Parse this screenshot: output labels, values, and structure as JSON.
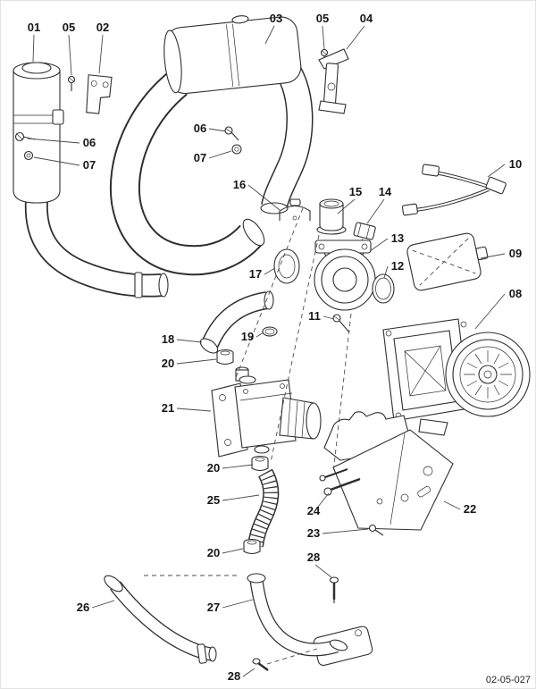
{
  "figure_number": "02-05-027",
  "callouts": {
    "c01": "01",
    "c02": "02",
    "c03": "03",
    "c04": "04",
    "c05a": "05",
    "c05b": "05",
    "c06a": "06",
    "c06b": "06",
    "c07a": "07",
    "c07b": "07",
    "c08": "08",
    "c09": "09",
    "c10": "10",
    "c11": "11",
    "c12": "12",
    "c13": "13",
    "c14": "14",
    "c15": "15",
    "c16": "16",
    "c17": "17",
    "c18": "18",
    "c19": "19",
    "c20a": "20",
    "c20b": "20",
    "c20c": "20",
    "c21": "21",
    "c22": "22",
    "c23": "23",
    "c24": "24",
    "c25": "25",
    "c26": "26",
    "c27": "27",
    "c28a": "28",
    "c28b": "28"
  }
}
